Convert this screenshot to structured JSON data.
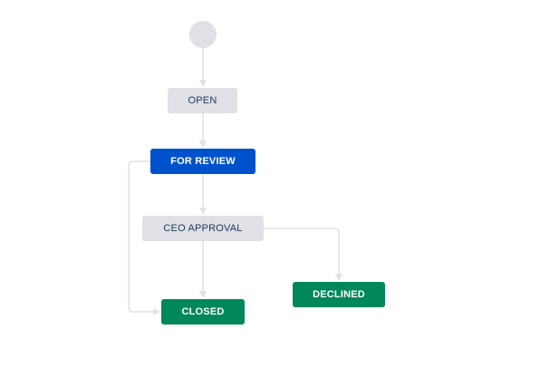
{
  "colors": {
    "todo": "#dfe1e6",
    "in_progress": "#0052cc",
    "done": "#00875a",
    "connector": "#dfe1e6"
  },
  "workflow": {
    "start": {
      "icon": "start-circle"
    },
    "statuses": [
      {
        "id": "open",
        "label": "OPEN",
        "category": "todo"
      },
      {
        "id": "for_review",
        "label": "FOR REVIEW",
        "category": "in_progress"
      },
      {
        "id": "ceo_approval",
        "label": "CEO APPROVAL",
        "category": "todo"
      },
      {
        "id": "closed",
        "label": "CLOSED",
        "category": "done"
      },
      {
        "id": "declined",
        "label": "DECLINED",
        "category": "done"
      }
    ],
    "transitions": [
      {
        "from": "start",
        "to": "open"
      },
      {
        "from": "open",
        "to": "for_review"
      },
      {
        "from": "for_review",
        "to": "ceo_approval"
      },
      {
        "from": "ceo_approval",
        "to": "closed"
      },
      {
        "from": "ceo_approval",
        "to": "declined"
      },
      {
        "from": "for_review",
        "to": "closed"
      }
    ]
  }
}
